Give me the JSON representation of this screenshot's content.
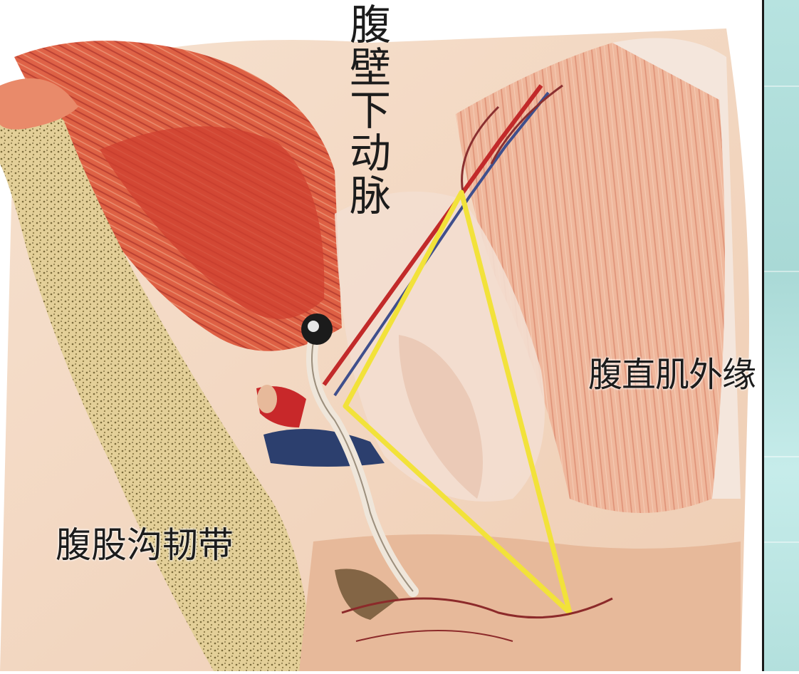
{
  "labels": {
    "inferior_epigastric_artery": "腹壁下动脉",
    "rectus_lateral_border": "腹直肌外缘",
    "inguinal_ligament": "腹股沟韧带"
  },
  "colors": {
    "triangle": "#f2e23a",
    "muscle": "#d9503a",
    "tissue": "#f1d3bd",
    "vein": "#2c3f6e",
    "artery": "#c8282a",
    "bone": "#d9c48f",
    "panel": "#b7e3e0"
  }
}
